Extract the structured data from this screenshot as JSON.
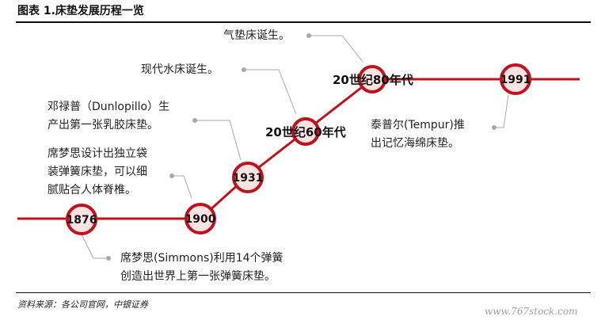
{
  "title": "图表 1.床垫发展历程一览",
  "source": "资料来源：各公司官网，中银证券",
  "watermark": "www.767stock.com",
  "colors": {
    "line": "#c0121c",
    "node_fill": "#fbe3e4",
    "leader": "#a9a9a9"
  },
  "milestones": [
    {
      "year": "1876"
    },
    {
      "year": "1900"
    },
    {
      "year": "1931"
    },
    {
      "year": "1991"
    }
  ],
  "era_labels": {
    "sixties": "20世纪60年代",
    "eighties": "20世纪80年代"
  },
  "notes": {
    "simmons": [
      "席梦思(Simmons)利用14个弹簧",
      "创造出世界上第一张弹簧床垫。"
    ],
    "pocket": [
      "席梦思设计出独立袋",
      "装弹簧床垫，可以细",
      "腻贴合人体脊椎。"
    ],
    "dunlopillo": [
      "邓禄普（Dunlopillo）生",
      "产出第一张乳胶床垫。"
    ],
    "waterbed": "现代水床诞生。",
    "airbed": "气垫床诞生。",
    "tempur": [
      "泰普尔(Tempur)推",
      "出记忆海绵床垫。"
    ]
  }
}
